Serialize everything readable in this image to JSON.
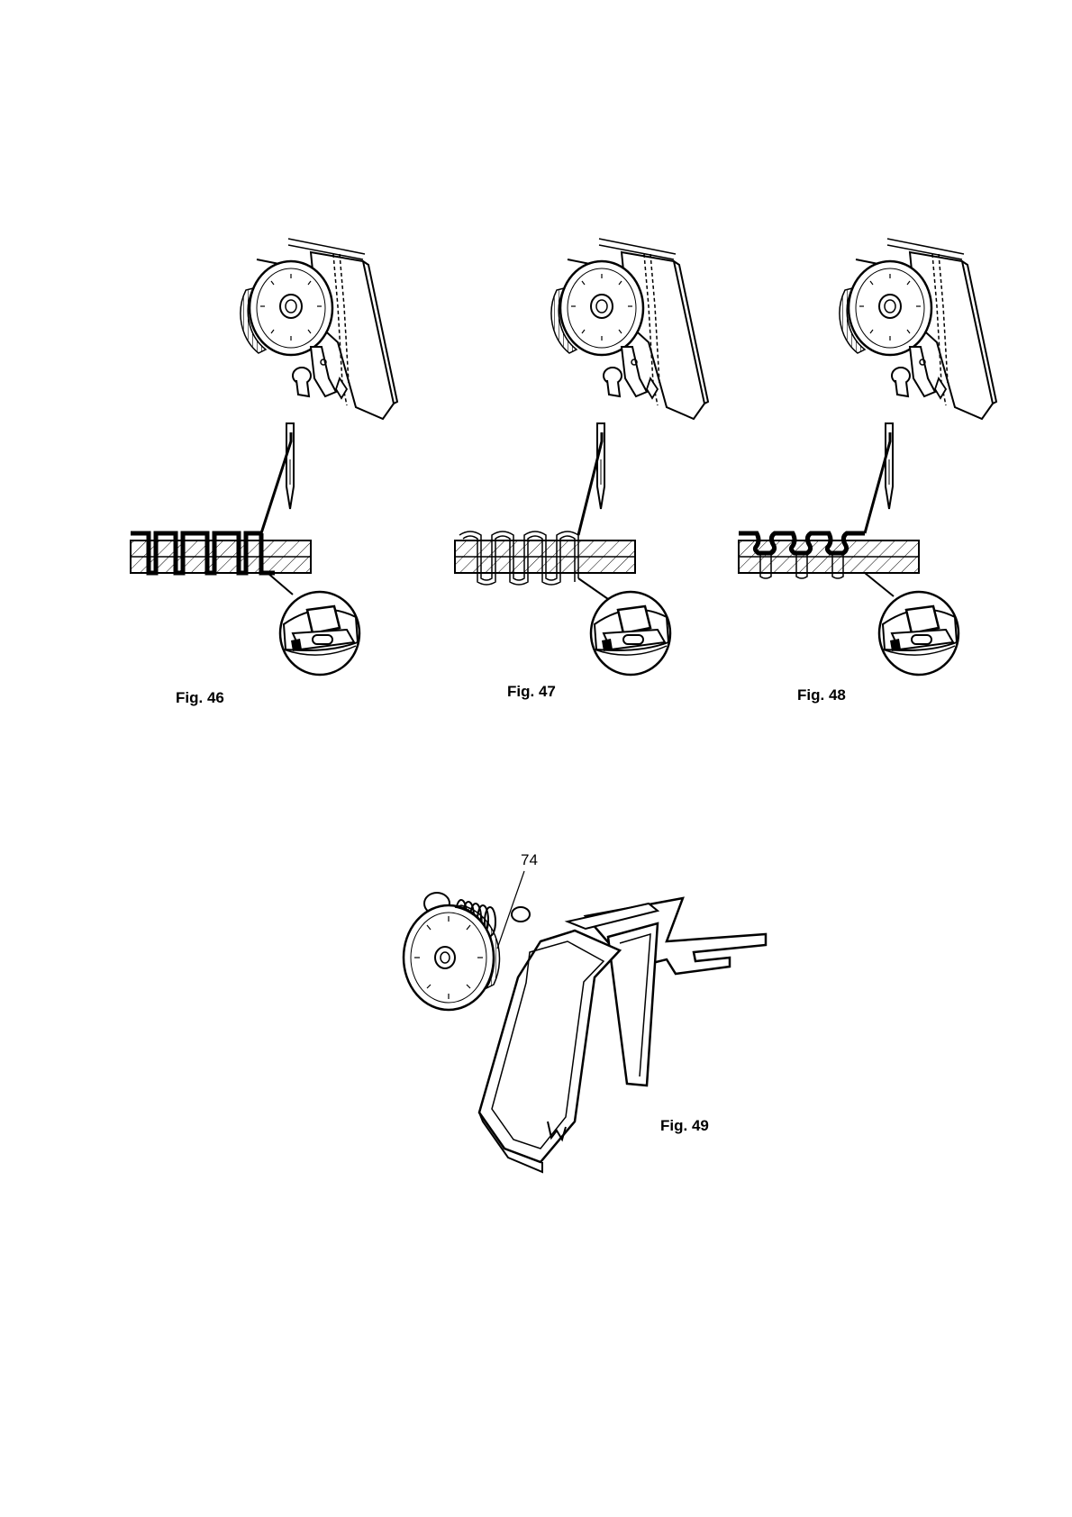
{
  "figures": [
    {
      "id": "fig46",
      "caption": "Fig. 46",
      "thread_style": "tight-loops"
    },
    {
      "id": "fig47",
      "caption": "Fig. 47",
      "thread_style": "loose-top"
    },
    {
      "id": "fig48",
      "caption": "Fig. 48",
      "thread_style": "loose-bottom"
    }
  ],
  "fig49": {
    "caption": "Fig. 49",
    "callout": "74"
  },
  "icons": [
    "tension-dial-icon",
    "needle-icon",
    "bobbin-case-icon",
    "tension-assembly-icon"
  ]
}
